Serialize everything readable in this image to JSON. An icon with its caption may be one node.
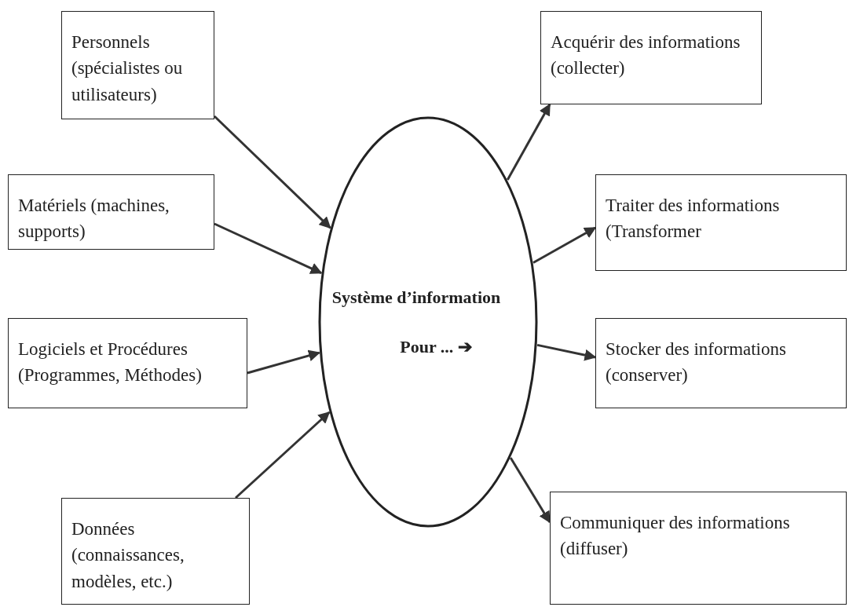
{
  "diagram": {
    "nodes": [
      {
        "text": [
          "Personnels  (spécialistes ou utilisateurs)"
        ]
      },
      {
        "text": [
          "Matériels (machines, supports)"
        ]
      },
      {
        "text": [
          "Logiciels et Procédures (Programmes, Méthodes)"
        ]
      },
      {
        "text": [
          "Données (connaissances, modèles, etc.)"
        ]
      },
      {
        "text": [
          "Système d’information",
          "Pour ... ➔"
        ]
      },
      {
        "text": [
          "Acquérir des informations (collecter)"
        ]
      },
      {
        "text": [
          "Traiter des informations (Transformer"
        ]
      },
      {
        "text": [
          "Stocker des informations (conserver)"
        ]
      },
      {
        "text": [
          "Communiquer des  informations (diffuser)"
        ]
      }
    ],
    "edges": [
      {
        "from": 0,
        "to": 4,
        "arrow": "to"
      },
      {
        "from": 1,
        "to": 4,
        "arrow": "to"
      },
      {
        "from": 2,
        "to": 4,
        "arrow": "to"
      },
      {
        "from": 3,
        "to": 4,
        "arrow": "to"
      },
      {
        "from": 4,
        "to": 5,
        "arrow": "to"
      },
      {
        "from": 4,
        "to": 6,
        "arrow": "to"
      },
      {
        "from": 4,
        "to": 7,
        "arrow": "to"
      },
      {
        "from": 4,
        "to": 8,
        "arrow": "to"
      }
    ]
  }
}
